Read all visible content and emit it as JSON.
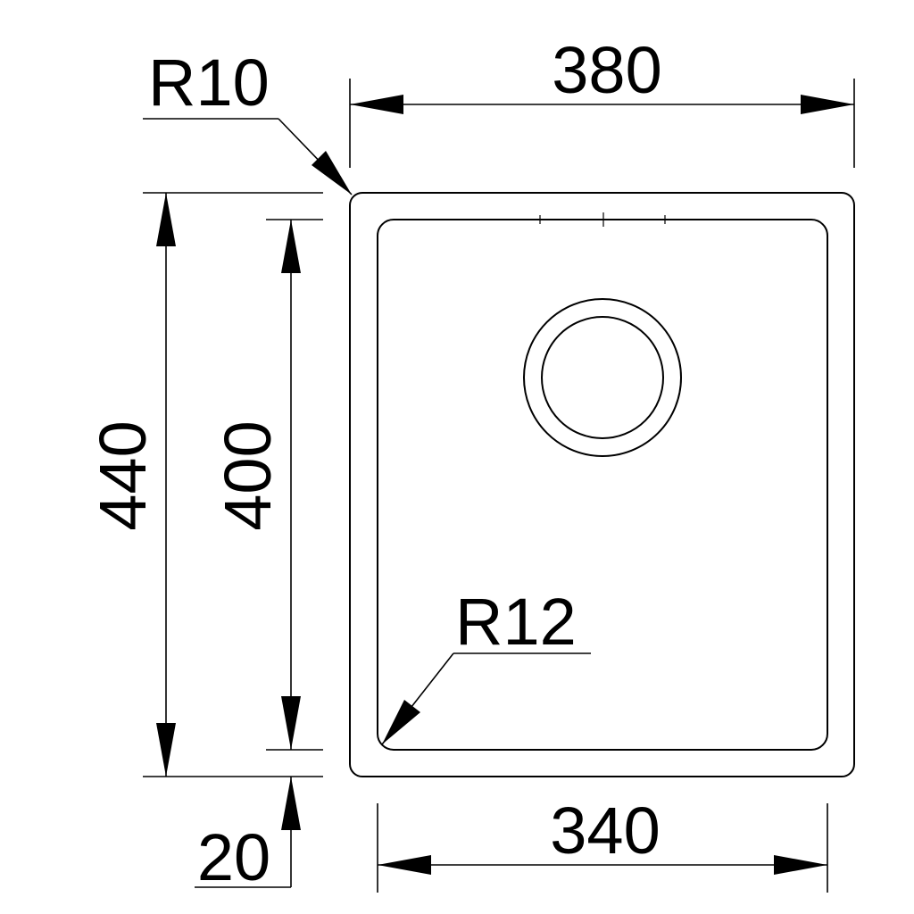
{
  "dimensions": {
    "outer_width": "380",
    "outer_height": "440",
    "inner_height": "400",
    "inner_width": "340",
    "rim_offset": "20",
    "outer_radius": "R10",
    "inner_radius": "R12"
  },
  "colors": {
    "line": "#000000",
    "background": "#ffffff"
  }
}
